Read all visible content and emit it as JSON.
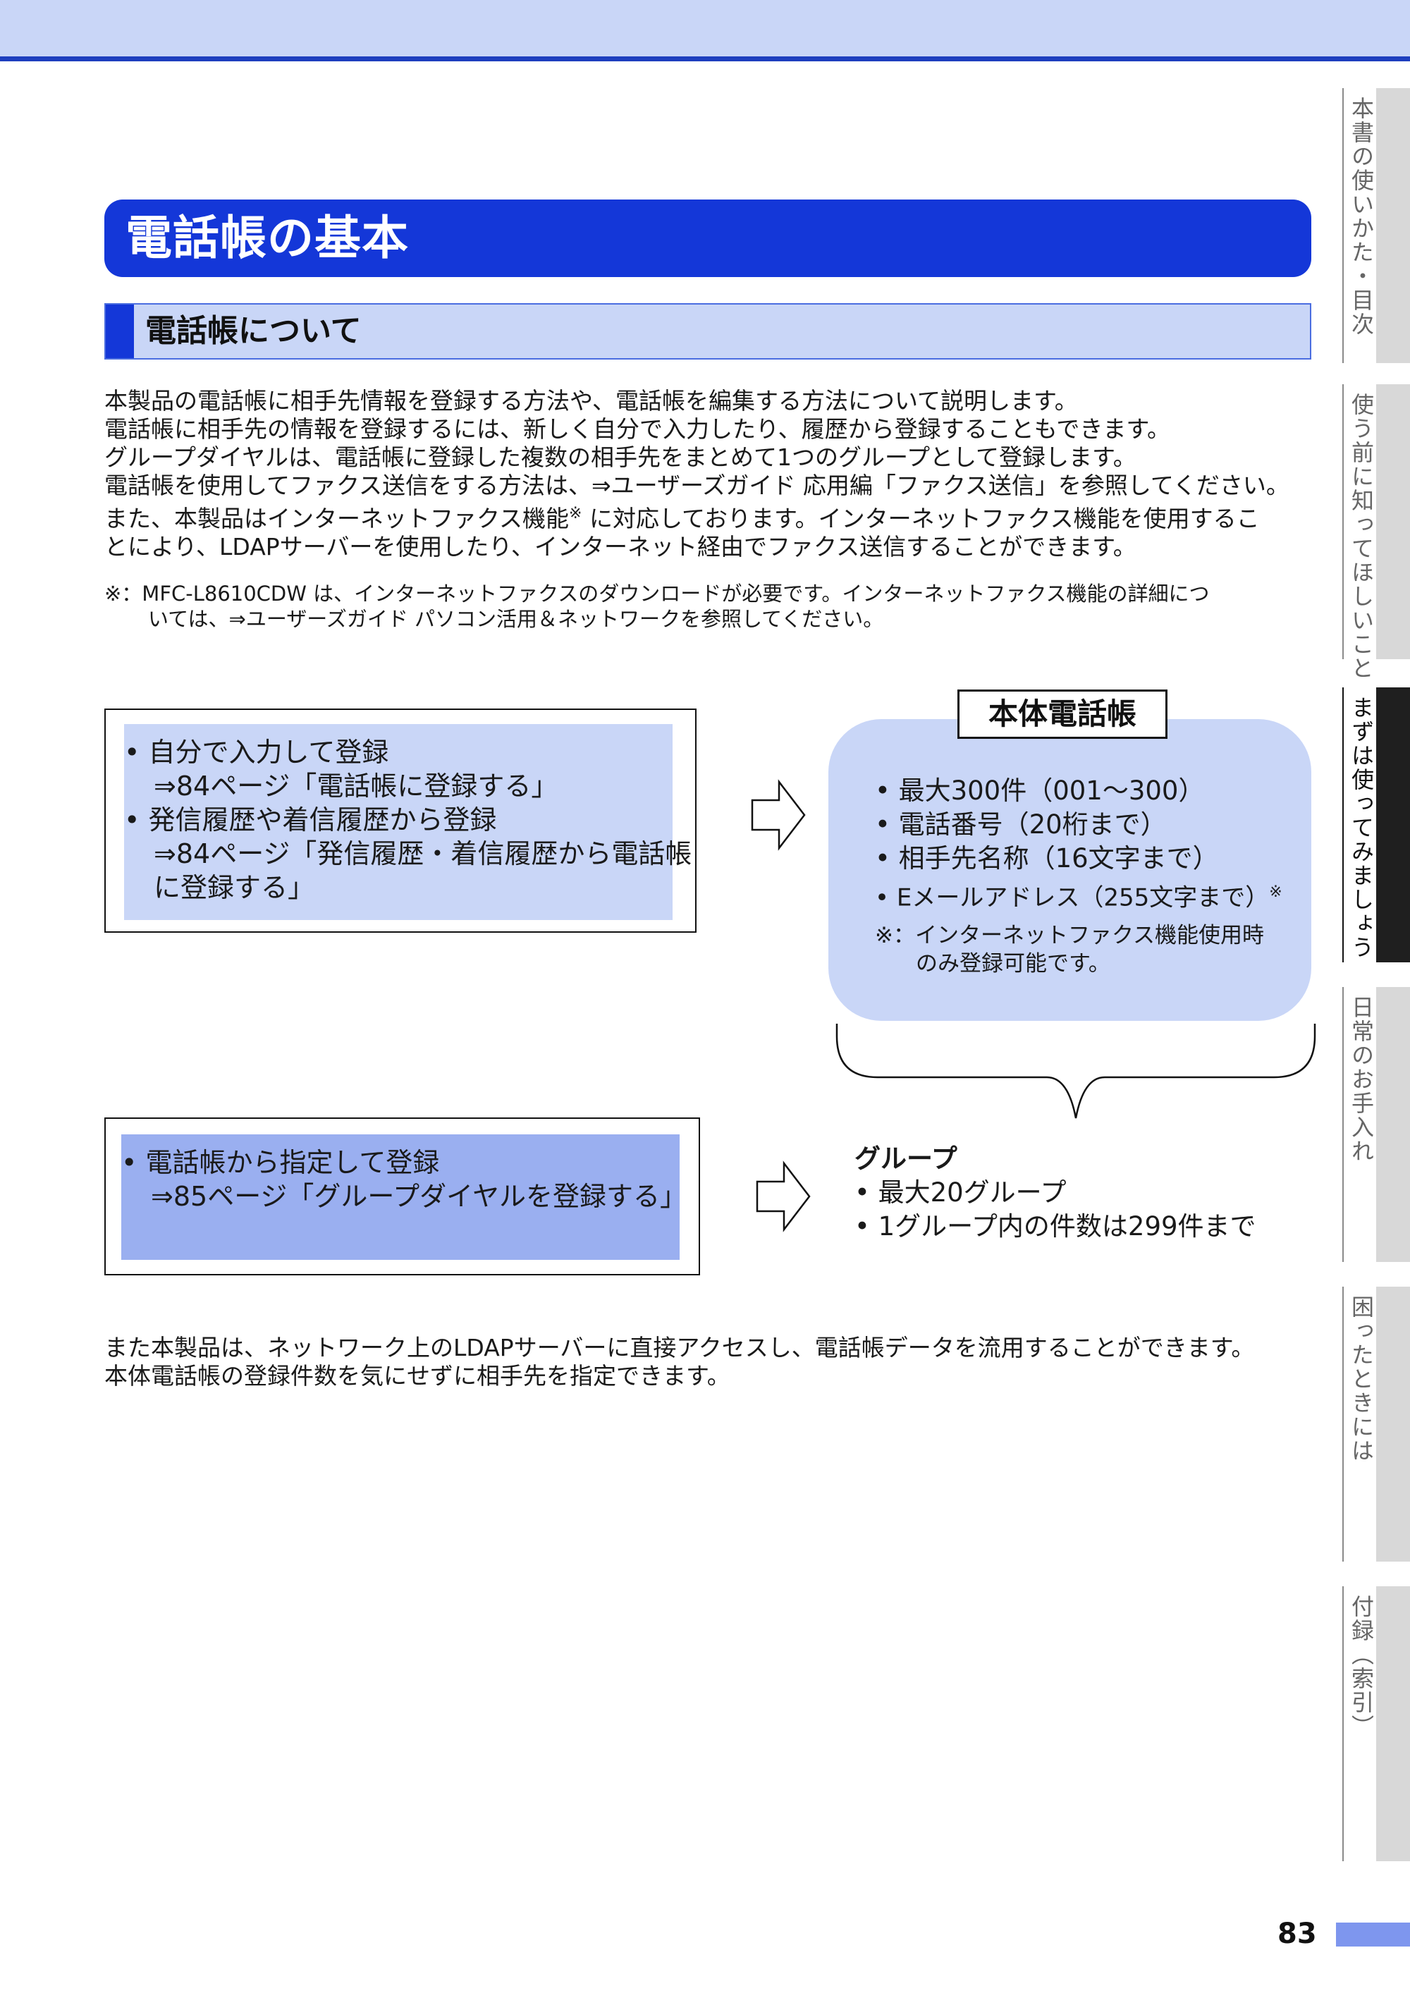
{
  "colors": {
    "accent_blue": "#1437d8",
    "light_blue": "#c9d6f7",
    "medium_blue": "#9aaff0",
    "page_bar": "#7e96ee"
  },
  "title": "電話帳の基本",
  "section": "電話帳について",
  "intro": {
    "lines": [
      "本製品の電話帳に相手先情報を登録する方法や、電話帳を編集する方法について説明します。",
      "電話帳に相手先の情報を登録するには、新しく自分で入力したり、履歴から登録することもできます。",
      "グループダイヤルは、電話帳に登録した複数の相手先をまとめて1つのグループとして登録します。",
      "電話帳を使用してファクス送信をする方法は、⇒ユーザーズガイド 応用編「ファクス送信」を参照してください。"
    ],
    "line5_before": "また、本製品はインターネットファクス機能",
    "line5_mark": "※",
    "line5_after": " に対応しております。インターネットファクス機能を使用するこ",
    "line6": "とにより、LDAPサーバーを使用したり、インターネット経由でファクス送信することができます。"
  },
  "footnote": {
    "line1": "※：MFC-L8610CDW は、インターネットファクスのダウンロードが必要です。インターネットファクス機能の詳細につ",
    "line2": "いては、⇒ユーザーズガイド パソコン活用＆ネットワークを参照してください。"
  },
  "register_box": {
    "lines": [
      "• 自分で入力して登録",
      "⇒84ページ「電話帳に登録する」",
      "• 発信履歴や着信履歴から登録",
      "⇒84ページ「発信履歴・着信履歴から電話帳",
      "に登録する」"
    ]
  },
  "phonebook": {
    "label": "本体電話帳",
    "items": [
      "• 最大300件（001～300）",
      "• 電話番号（20桁まで）",
      "•  相手先名称（16文字まで）"
    ],
    "email_item": "• Eメールアドレス（255文字まで）",
    "email_mark": "※",
    "note_line1": "※：インターネットファクス機能使用時",
    "note_line2": "のみ登録可能です。"
  },
  "group_box": {
    "lines": [
      "• 電話帳から指定して登録",
      "⇒85ページ「グループダイヤルを登録する」"
    ]
  },
  "group": {
    "heading": "グループ",
    "items": [
      "• 最大20グループ",
      "• 1グループ内の件数は299件まで"
    ]
  },
  "outro": {
    "lines": [
      "また本製品は、ネットワーク上のLDAPサーバーに直接アクセスし、電話帳データを流用することができます。",
      "本体電話帳の登録件数を気にせずに相手先を指定できます。"
    ]
  },
  "side_tabs": [
    "本書の使いかた・目次",
    "使う前に知ってほしいこと",
    "まずは使ってみましょう",
    "日常のお手入れ",
    "困ったときには",
    "付録（索引）"
  ],
  "page_number": "83"
}
